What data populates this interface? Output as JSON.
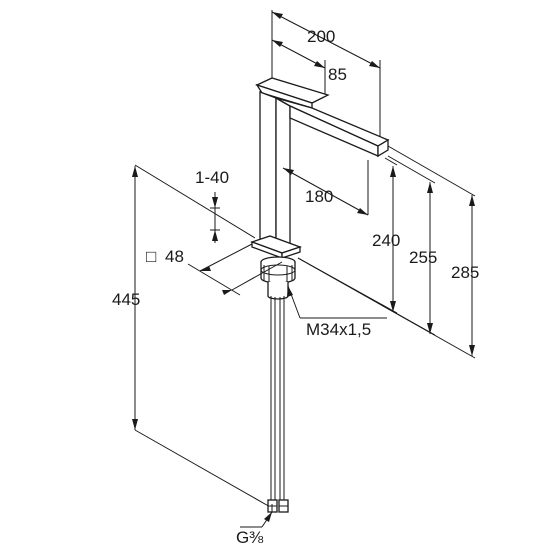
{
  "dimensions": {
    "width_total": "200",
    "spout_width": "85",
    "spout_reach": "180",
    "height_spout": "240",
    "height_body": "255",
    "height_total": "285",
    "total_length": "445",
    "deck_thickness": "1-40",
    "base_size_symbol": "□",
    "base_size": "48",
    "thread": "M34x1,5",
    "connection_g": "G",
    "connection_fraction": "⅜"
  }
}
